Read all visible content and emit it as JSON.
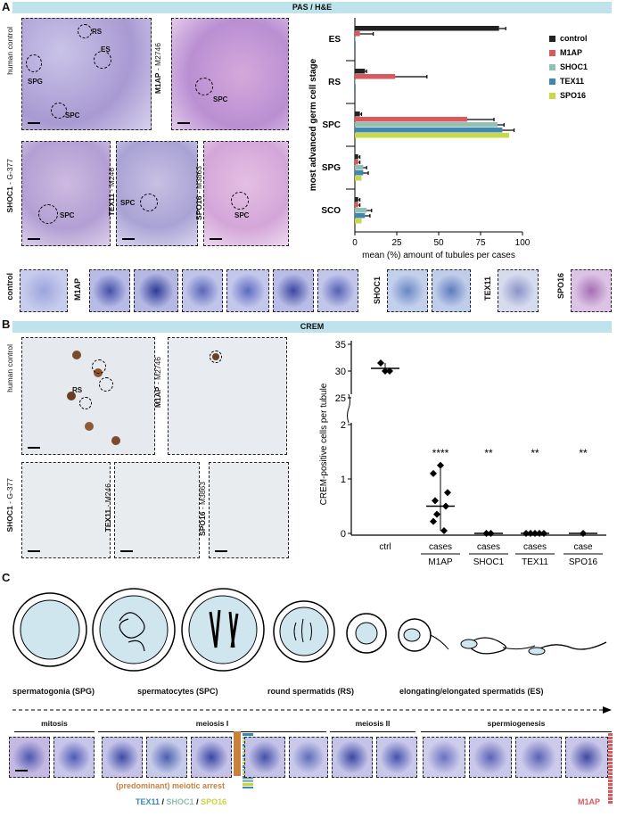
{
  "panelA": {
    "letter": "A",
    "header": "PAS / H&E",
    "images": {
      "ctrl": {
        "pre": "human control",
        "bold": "",
        "labels": [
          "RS",
          "ES",
          "SPG",
          "SPC"
        ]
      },
      "m1ap": {
        "bold": "M1AP",
        "rest": " - M2746",
        "labels": [
          "SPC"
        ]
      },
      "shoc1": {
        "bold": "SHOC1",
        "rest": " - G-377",
        "labels": [
          "SPC"
        ]
      },
      "tex11": {
        "bold": "TEX11",
        "rest": " - M246",
        "labels": [
          "SPC"
        ]
      },
      "spo16": {
        "bold": "SPO16",
        "rest": " - M3863",
        "labels": [
          "SPC"
        ]
      }
    },
    "strip_labels": {
      "control": "control",
      "m1ap": "M1AP",
      "shoc1": "SHOC1",
      "tex11": "TEX11",
      "spo16": "SPO16"
    }
  },
  "panelB": {
    "letter": "B",
    "header": "CREM",
    "images": {
      "ctrl": {
        "pre": "human control",
        "labels": [
          "RS"
        ]
      },
      "m1ap": {
        "bold": "M1AP",
        "rest": " - M2746"
      },
      "shoc1": {
        "bold": "SHOC1",
        "rest": " - G-377"
      },
      "tex11": {
        "bold": "TEX11",
        "rest": " - M246"
      },
      "spo16": {
        "bold": "SPO16",
        "rest": " - M3863"
      }
    }
  },
  "panelC": {
    "letter": "C",
    "cell_labels": [
      "spermatogonia (SPG)",
      "spermatocytes (SPC)",
      "round spermatids (RS)",
      "elongating/elongated spermatids (ES)"
    ],
    "stages": [
      "mitosis",
      "meiosis I",
      "meiosis II",
      "spermiogenesis"
    ],
    "arrest_label": "(predominant) meiotic arrest",
    "genes": [
      {
        "name": "TEX11",
        "color": "#3e86b5"
      },
      {
        "name": " / ",
        "color": "#222"
      },
      {
        "name": "SHOC1",
        "color": "#8fbfae"
      },
      {
        "name": " / ",
        "color": "#222"
      },
      {
        "name": "SPO16",
        "color": "#c8d443"
      }
    ],
    "m1ap_label": "M1AP",
    "m1ap_color": "#d9595f",
    "arrest_color": "#c8813f"
  },
  "chart_data": [
    {
      "type": "bar",
      "orientation": "horizontal",
      "ylabel": "most advanced germ cell stage",
      "xlabel": "mean (%) amount of tubules per cases",
      "categories": [
        "ES",
        "RS",
        "SPC",
        "SPG",
        "SCO"
      ],
      "xlim": [
        0,
        100
      ],
      "xticks": [
        "0",
        "25",
        "50",
        "75",
        "100"
      ],
      "legend_position": "right",
      "series": [
        {
          "name": "control",
          "color": "#222222",
          "values": [
            86,
            6,
            3,
            2,
            2
          ],
          "err": [
            4,
            1,
            1,
            1,
            1
          ]
        },
        {
          "name": "M1AP",
          "color": "#d9595f",
          "values": [
            3,
            24,
            67,
            2,
            2
          ],
          "err": [
            8,
            19,
            16,
            1,
            1
          ]
        },
        {
          "name": "SHOC1",
          "color": "#94c0b1",
          "values": [
            0.5,
            0.5,
            85,
            5,
            7
          ],
          "err": [
            0,
            0,
            4,
            2,
            3
          ]
        },
        {
          "name": "TEX11",
          "color": "#3f86b4",
          "values": [
            0.5,
            0.5,
            88,
            5,
            6
          ],
          "err": [
            0,
            0,
            7,
            3,
            3
          ]
        },
        {
          "name": "SPO16",
          "color": "#c9d946",
          "values": [
            0,
            0,
            92,
            4,
            4
          ],
          "err": [
            0,
            0,
            0,
            0,
            0
          ]
        }
      ]
    },
    {
      "type": "scatter",
      "ylabel": "CREM-positive cells per tubule",
      "categories": [
        "ctrl",
        "cases",
        "cases",
        "cases",
        "case"
      ],
      "groups": [
        "",
        "M1AP",
        "SHOC1",
        "TEX11",
        "SPO16"
      ],
      "y_upper_ticks": [
        "25",
        "30",
        "35"
      ],
      "y_lower_ticks": [
        "0",
        "1",
        "2"
      ],
      "significance": [
        "",
        "****",
        "**",
        "**",
        "**"
      ],
      "points": [
        {
          "group": 0,
          "values": [
            31.5,
            30,
            30
          ],
          "median": 30.5
        },
        {
          "group": 1,
          "values": [
            1.25,
            1.1,
            0.75,
            0.6,
            0.5,
            0.35,
            0.22,
            0.05
          ],
          "median": 0.5
        },
        {
          "group": 2,
          "values": [
            0,
            0
          ],
          "median": 0
        },
        {
          "group": 3,
          "values": [
            0,
            0,
            0,
            0,
            0
          ],
          "median": 0
        },
        {
          "group": 4,
          "values": [
            0
          ],
          "median": 0
        }
      ]
    }
  ]
}
